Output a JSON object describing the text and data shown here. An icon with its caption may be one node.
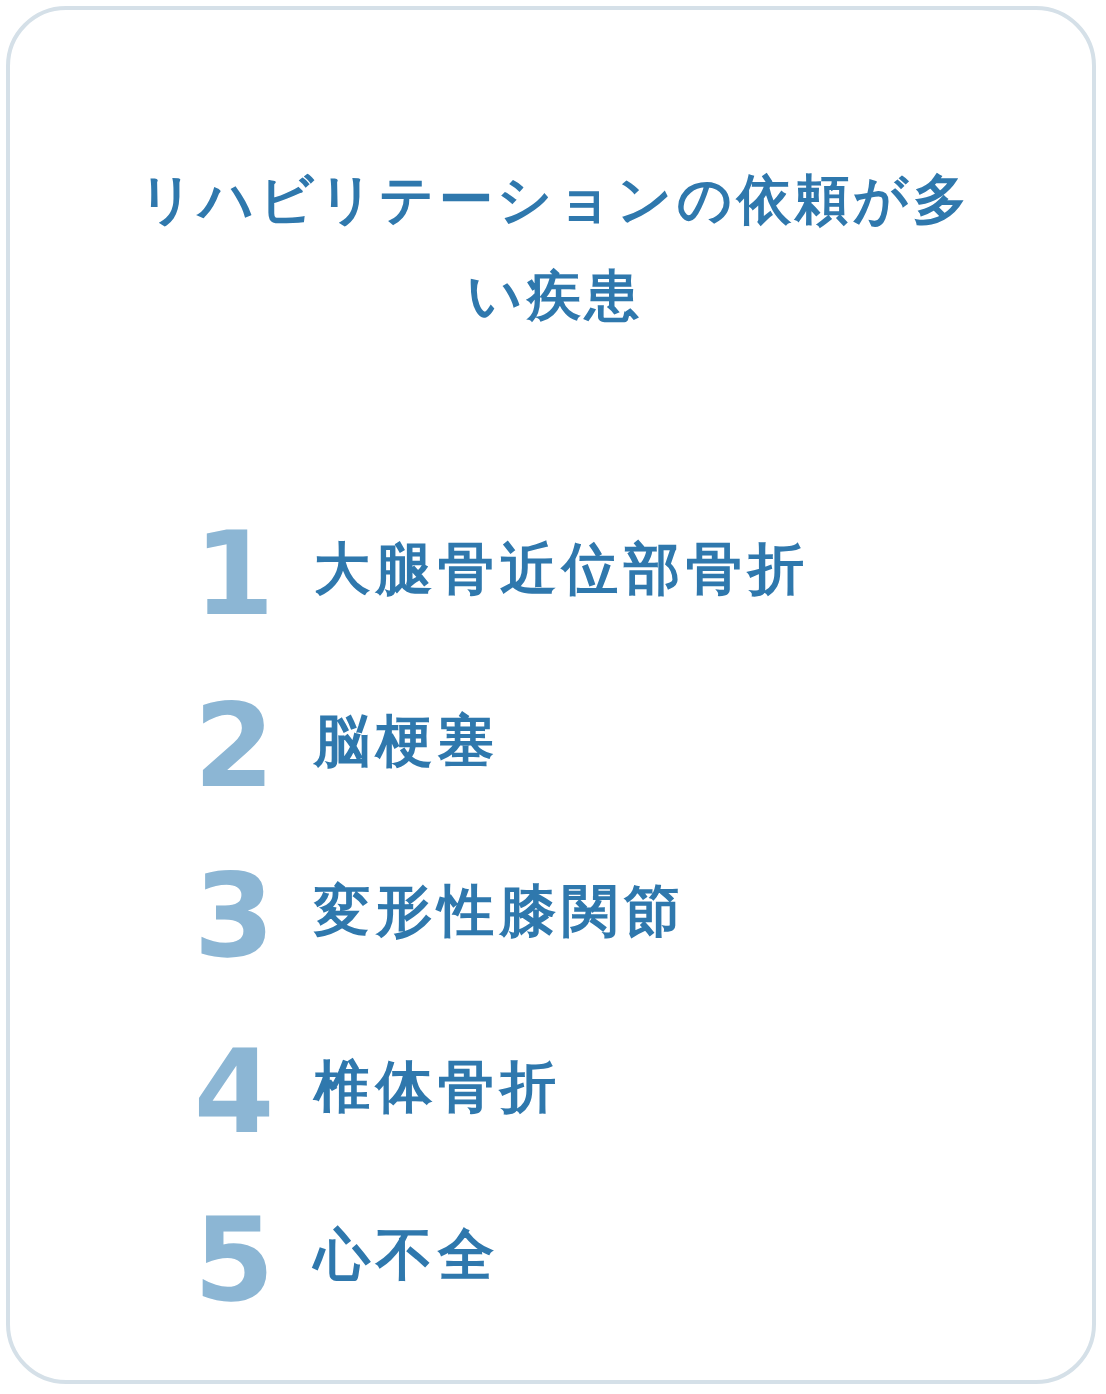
{
  "diagram": {
    "title": "リハビリテーションの依頼が多い疾患",
    "labels": [
      "1",
      "大腿骨近位部骨折",
      "2",
      "脳梗塞",
      "3",
      "変形性膝関節",
      "4",
      "椎体骨折",
      "5",
      "心不全"
    ]
  }
}
